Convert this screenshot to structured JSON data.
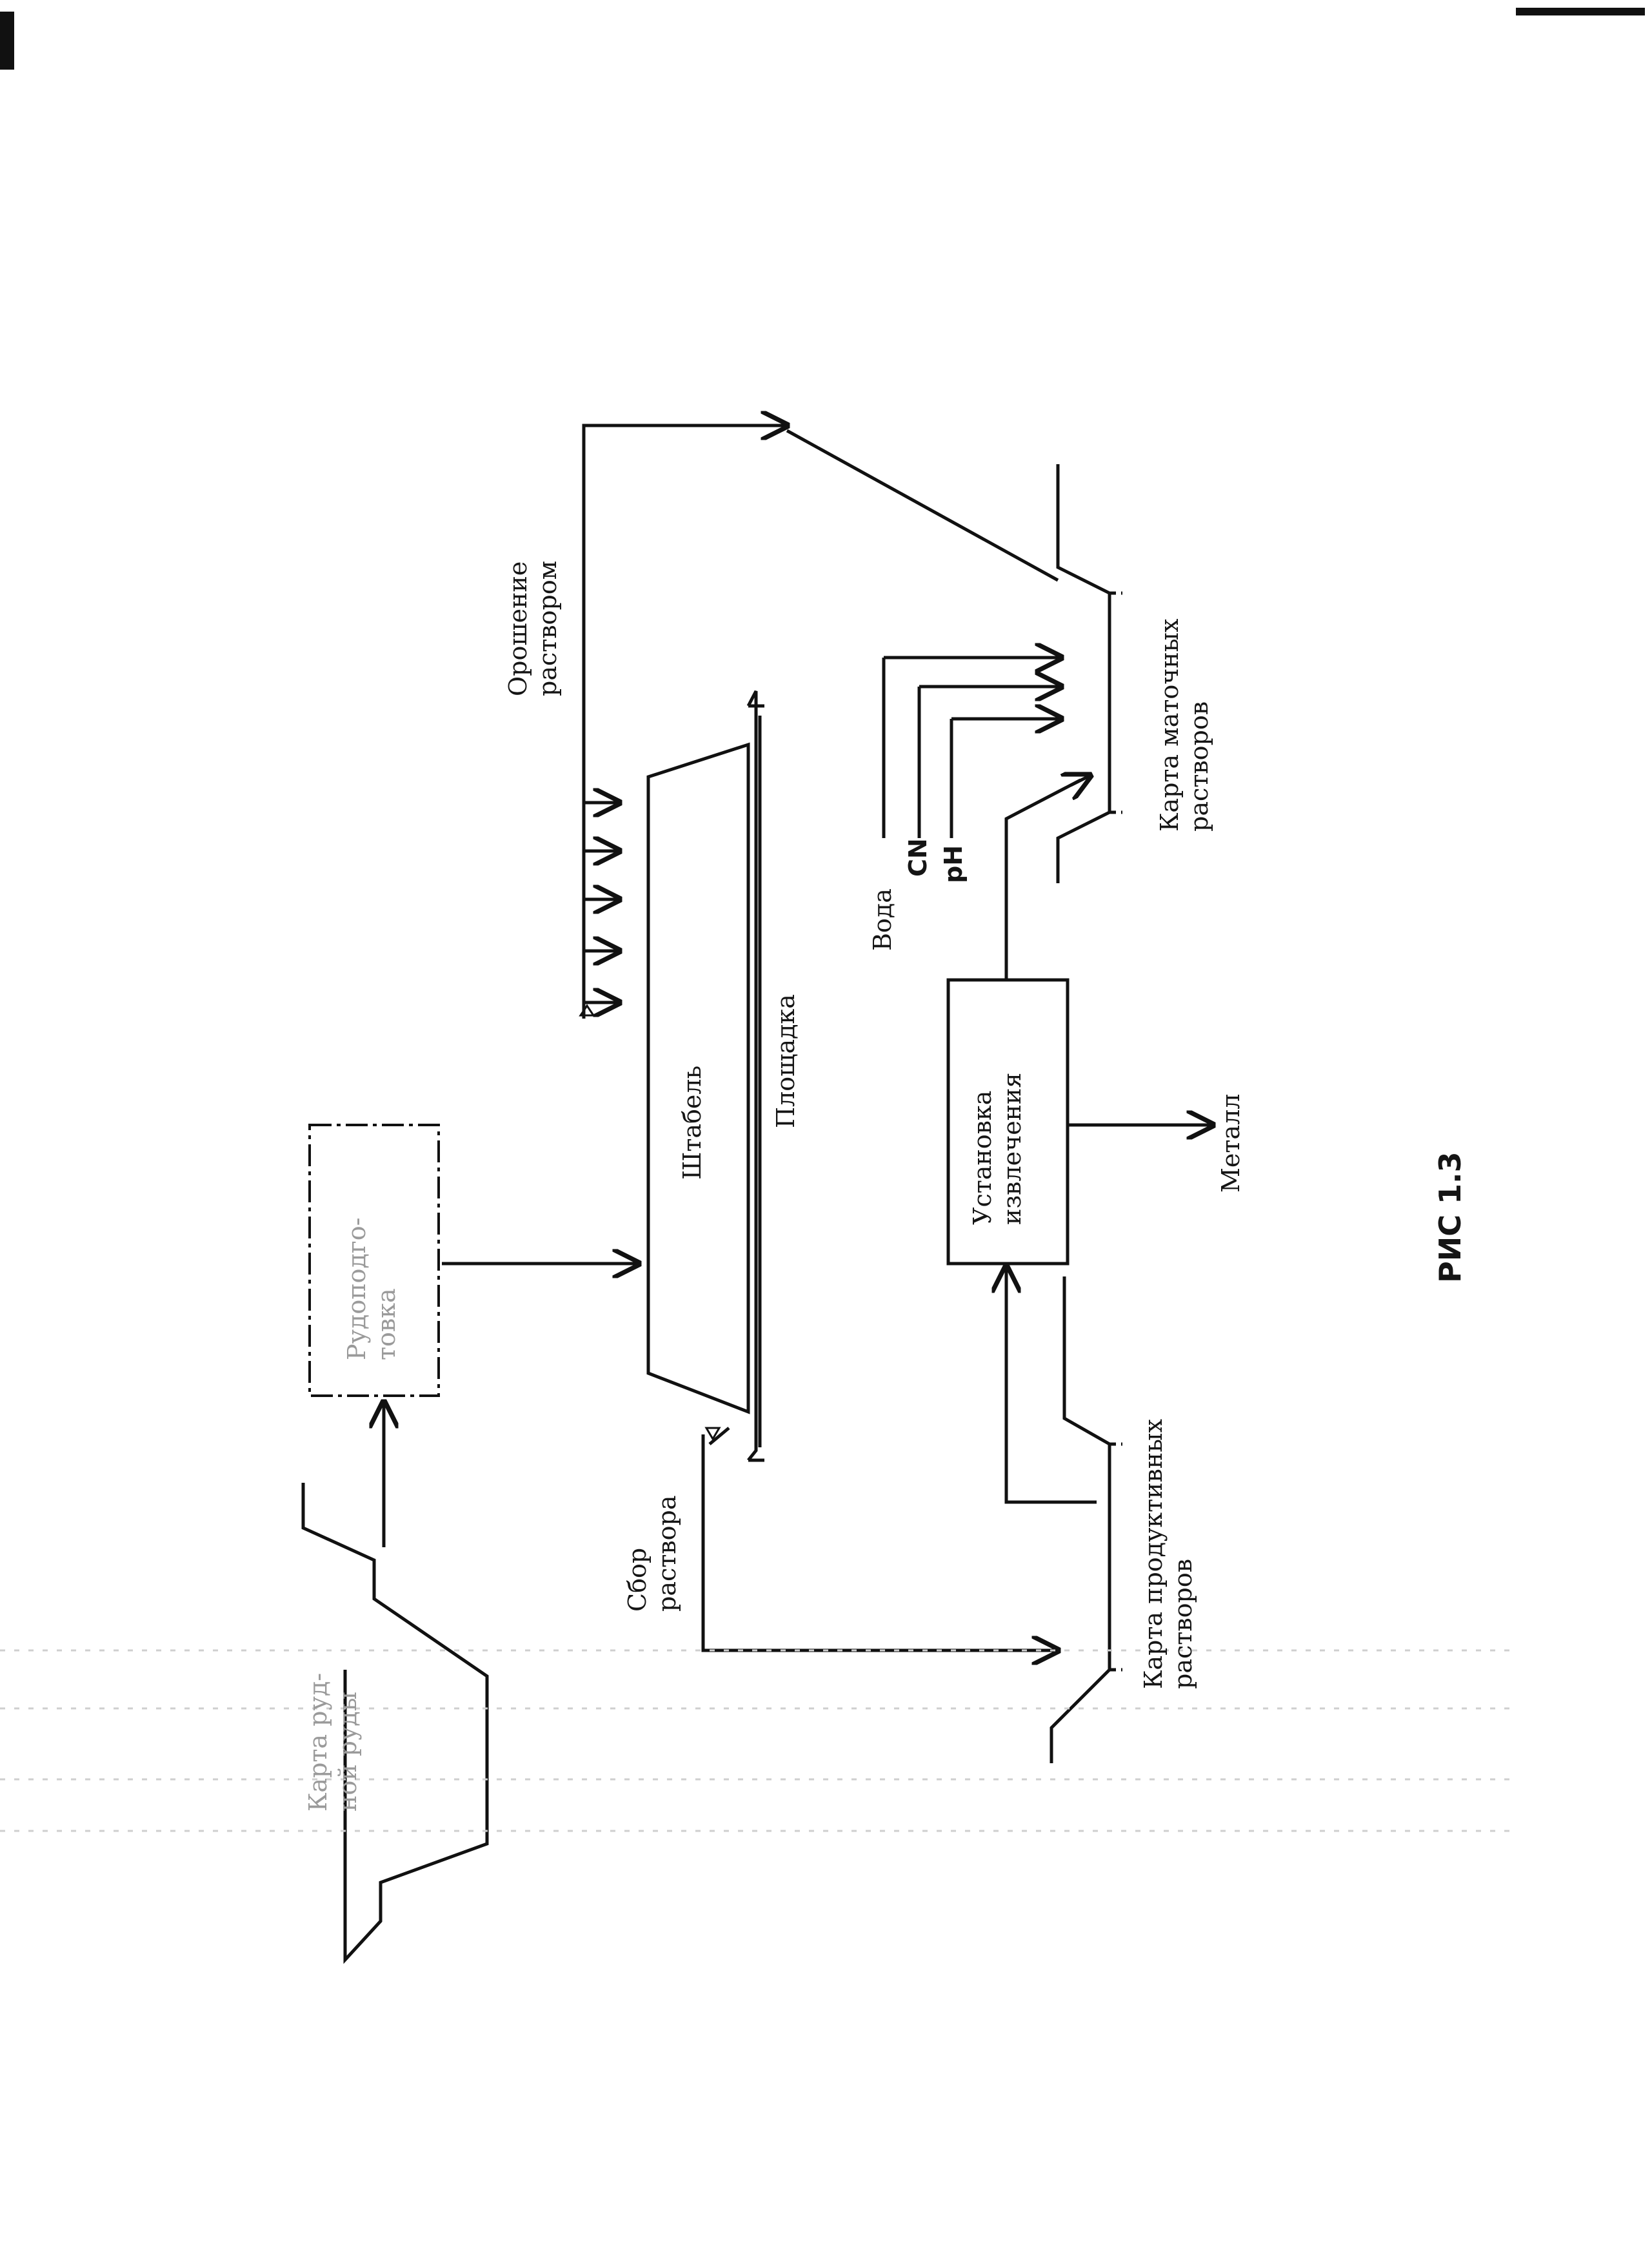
{
  "diagram": {
    "nodes": {
      "ore_preparation": "Рудоподго-\nтовка",
      "heap": "Штабель",
      "pad": "Площадка",
      "extraction_plant": "Установка\nизвлечения",
      "metal": "Металл",
      "ore_pile": "Карта руд-\nной руды"
    },
    "labels": {
      "irrigation": "Орошение\nраствором",
      "collection": "Сбор\nраствора",
      "pregnant_pond": "Карта продуктивных\nрастворов",
      "barren_pond": "Карта маточных\nрастворов",
      "water": "Вода",
      "cyanide": "CN",
      "ph": "pH"
    },
    "caption": "РИС 1.3"
  }
}
